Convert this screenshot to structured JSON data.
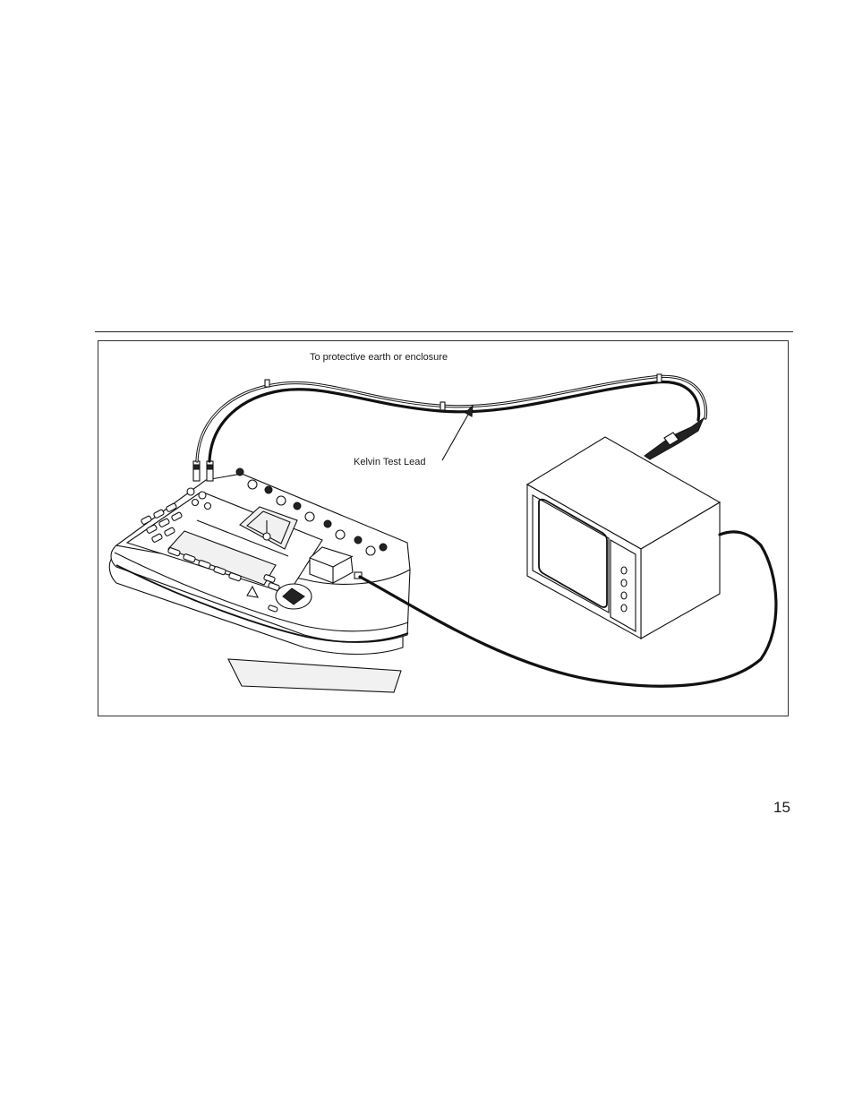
{
  "figure": {
    "callouts": {
      "earth": "To protective earth or enclosure",
      "kelvin": "Kelvin Test Lead"
    }
  },
  "page_number": "15"
}
